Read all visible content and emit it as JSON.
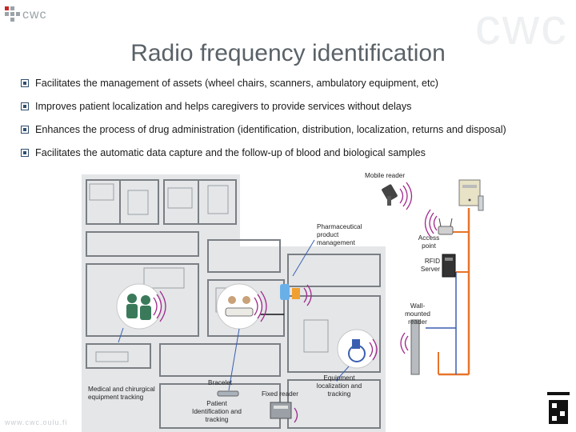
{
  "header": {
    "logo_text": "cwc",
    "watermark": "cwc",
    "title": "Radio frequency identification"
  },
  "bullets": [
    "Facilitates the management of assets (wheel chairs, scanners, ambulatory  equipment, etc)",
    "Improves patient localization and helps caregivers to provide services without delays",
    "Enhances the process of drug administration (identification, distribution, localization, returns and disposal)",
    "Facilitates the automatic data capture and the follow-up of blood and biological samples"
  ],
  "diagram": {
    "mobile_reader": "Mobile reader",
    "pharma_1": "Pharmaceutical",
    "pharma_2": "product",
    "pharma_3": "management",
    "access_1": "Access",
    "access_2": "point",
    "rfid_1": "RFID",
    "rfid_2": "Server",
    "wall_1": "Wall-",
    "wall_2": "mounted",
    "wall_3": "reader",
    "medical_1": "Medical and chirurgical",
    "medical_2": "equipment tracking",
    "bracelet": "Bracelet",
    "patient_1": "Patient",
    "patient_2": "Identification and",
    "patient_3": "tracking",
    "fixed_reader": "Fixed reader",
    "equip_1": "Equipment",
    "equip_2": "localization and",
    "equip_3": "tracking"
  },
  "footer": {
    "url": "www.cwc.oulu.fi"
  },
  "colors": {
    "title": "#5a6268",
    "wire": "#e8742a",
    "link": "#3a5fb0",
    "radio": "#a0288c",
    "plan_bg": "#e4e6e8"
  }
}
